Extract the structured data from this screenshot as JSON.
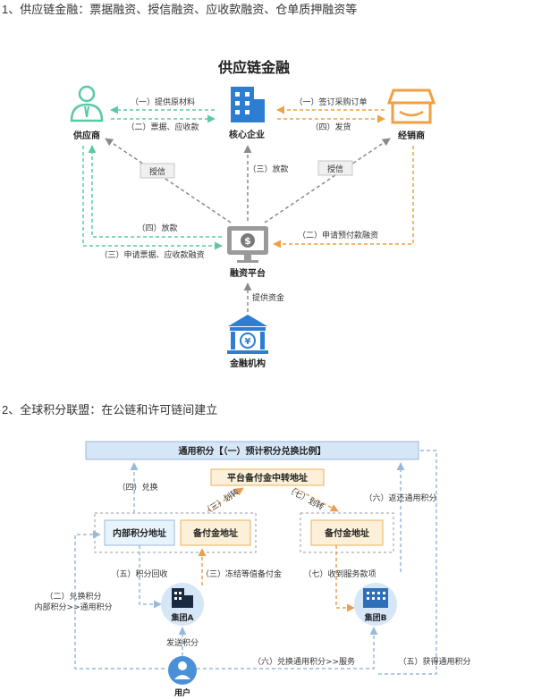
{
  "headings": {
    "h1": "1、供应链金融：票据融资、授信融资、应收款融资、仓单质押融资等",
    "h2": "2、全球积分联盟：在公链和许可链间建立"
  },
  "diagram1": {
    "title": "供应链金融",
    "nodes": {
      "supplier": "供应商",
      "core": "核心企业",
      "distributor": "经销商",
      "platform": "融资平台",
      "institution": "金融机构"
    },
    "labels": {
      "provide_materials": "（一）提供原材料",
      "bill_receivable": "（二）票据、应收款",
      "sign_order": "（一）签订采购订单",
      "ship": "（四）发货",
      "credit_left": "授信",
      "credit_right": "授信",
      "loan_center": "（三）放款",
      "loan_left": "（四）放款",
      "apply_bill": "（三）申请票据、应收款融资",
      "apply_prepay": "（二）申请预付款融资",
      "provide_funds": "提供资金"
    },
    "icons": {
      "money": "¥",
      "dollar": "$"
    }
  },
  "diagram2": {
    "top_bar": "通用积分【（一）预计积分兑换比例】",
    "transfer_address": "平台备付金中转地址",
    "internal_address": "内部积分地址",
    "reserve_a": "备付金地址",
    "reserve_b": "备付金地址",
    "group_a": "集团A",
    "group_b": "集团B",
    "user": "用户",
    "labels": {
      "redeem": "（四）兑换",
      "transfer3": "（三）划转",
      "transfer7": "（七）划转",
      "return_points": "（六）返还通用积分",
      "recycle": "（五）积分回收",
      "freeze": "（三）冻结等值备付金",
      "receive_payment": "（七）收到服务款项",
      "exchange_l1": "（二）兑换积分",
      "exchange_l2": "内部积分>>通用积分",
      "send_points": "发送积分",
      "exchange_service": "（六）兑换通用积分>>服务",
      "obtain_points": "（五）获得通用积分"
    }
  }
}
